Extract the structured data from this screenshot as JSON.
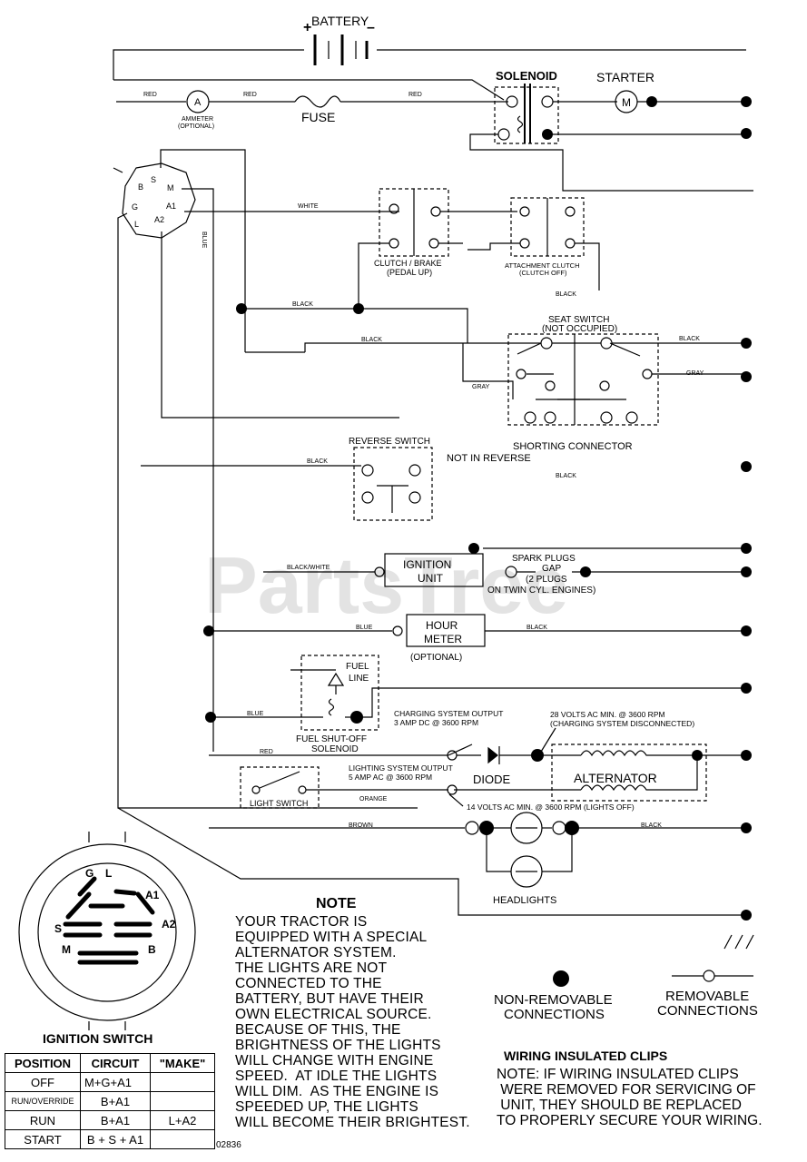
{
  "watermark": "PartsTree",
  "labels": {
    "battery": "BATTERY",
    "solenoid": "SOLENOID",
    "starter": "STARTER",
    "motor_m": "M",
    "ammeter_a": "A",
    "ammeter": "AMMETER",
    "ammeter_opt": "(OPTIONAL)",
    "fuse": "FUSE",
    "red1": "RED",
    "red2": "RED",
    "red3": "RED",
    "white": "WHITE",
    "blue_v": "BLUE",
    "clutch_brake": "CLUTCH / BRAKE",
    "pedal_up": "(PEDAL UP)",
    "attach_clutch": "ATTACHMENT CLUTCH",
    "clutch_off": "(CLUTCH OFF)",
    "black1": "BLACK",
    "black2": "BLACK",
    "black3": "BLACK",
    "black4": "BLACK",
    "black5": "BLACK",
    "black6": "BLACK",
    "black7": "BLACK",
    "seat_switch": "SEAT SWITCH",
    "not_occupied": "(NOT OCCUPIED)",
    "gray1": "GRAY",
    "gray2": "GRAY",
    "shorting": "SHORTING CONNECTOR",
    "reverse_switch": "REVERSE SWITCH",
    "not_in_reverse": "NOT IN REVERSE",
    "black_white": "BLACK/WHITE",
    "ignition": "IGNITION",
    "unit": "UNIT",
    "spark1": "SPARK PLUGS",
    "spark2": "GAP",
    "spark3": "(2 PLUGS",
    "spark4": "ON TWIN CYL. ENGINES)",
    "blue_h": "BLUE",
    "hour": "HOUR",
    "meter": "METER",
    "optional": "(OPTIONAL)",
    "fuel": "FUEL",
    "line": "LINE",
    "blue3": "BLUE",
    "fuel_shutoff": "FUEL SHUT-OFF",
    "solenoid2": "SOLENOID",
    "chg1": "CHARGING SYSTEM OUTPUT",
    "chg2": "3 AMP DC @ 3600 RPM",
    "volts28a": "28 VOLTS AC MIN. @ 3600 RPM",
    "volts28b": "(CHARGING SYSTEM DISCONNECTED)",
    "red4": "RED",
    "diode": "DIODE",
    "alternator": "ALTERNATOR",
    "light_switch": "LIGHT SWITCH",
    "light1": "LIGHTING SYSTEM OUTPUT",
    "light2": "5 AMP AC @ 3600 RPM",
    "orange": "ORANGE",
    "volts14": "14 VOLTS AC MIN. @ 3600 RPM (LIGHTS OFF)",
    "brown": "BROWN",
    "black8": "BLACK",
    "headlights": "HEADLIGHTS",
    "sw_g": "G",
    "sw_l": "L",
    "sw_a1": "A1",
    "sw_a2": "A2",
    "sw_s": "S",
    "sw_m": "M",
    "sw_b": "B",
    "t_b": "B",
    "t_s": "S",
    "t_m": "M",
    "t_a1": "A1",
    "t_g": "G",
    "t_l": "L",
    "t_a2": "A2",
    "ignition_switch": "IGNITION SWITCH",
    "note_title": "NOTE",
    "nonremovable1": "NON-REMOVABLE",
    "nonremovable2": "CONNECTIONS",
    "removable1": "REMOVABLE",
    "removable2": "CONNECTIONS",
    "clips_title": "WIRING INSULATED CLIPS",
    "drawing_no": "02836"
  },
  "note_text": "YOUR TRACTOR IS\nEQUIPPED WITH A SPECIAL\nALTERNATOR SYSTEM.\nTHE LIGHTS ARE NOT\nCONNECTED TO THE\nBATTERY, BUT HAVE THEIR\nOWN ELECTRICAL SOURCE.\nBECAUSE OF THIS, THE\nBRIGHTNESS OF THE LIGHTS\nWILL CHANGE WITH ENGINE\nSPEED.  AT IDLE THE LIGHTS\nWILL DIM.  AS THE ENGINE IS\nSPEEDED UP, THE LIGHTS\nWILL BECOME THEIR BRIGHTEST.",
  "clips_text": "NOTE: IF WIRING INSULATED CLIPS\n WERE REMOVED FOR SERVICING OF\n UNIT, THEY SHOULD BE REPLACED\nTO PROPERLY SECURE YOUR WIRING.",
  "ignition_table": {
    "headers": [
      "POSITION",
      "CIRCUIT",
      "\"MAKE\""
    ],
    "rows": [
      [
        "OFF",
        "M+G+A1",
        ""
      ],
      [
        "RUN/OVERRIDE",
        "B+A1",
        ""
      ],
      [
        "RUN",
        "B+A1",
        "L+A2"
      ],
      [
        "START",
        "B + S + A1",
        ""
      ]
    ]
  }
}
